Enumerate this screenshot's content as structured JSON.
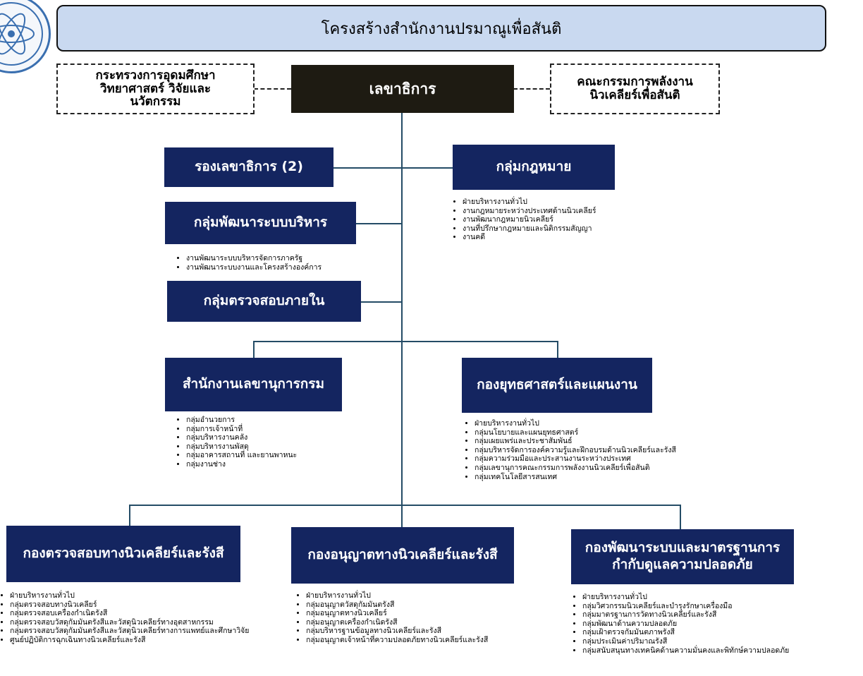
{
  "logo": {
    "icon": "atom-emblem-icon"
  },
  "title": "โครงสร้างสำนักงานปรมาณูเพื่อสันติ",
  "top": {
    "ministry": [
      "กระทรวงการอุดมศึกษา",
      "วิทยาศาสตร์ วิจัยและ",
      "นวัตกรรม"
    ],
    "secretary": "เลขาธิการ",
    "committee": [
      "คณะกรรมการพลังงาน",
      "นิวเคลียร์เพื่อสันติ"
    ]
  },
  "deputy": "รองเลขาธิการ (2)",
  "legal": {
    "label": "กลุ่มกฎหมาย",
    "items": [
      "ฝ่ายบริหารงานทั่วไป",
      "งานกฎหมายระหว่างประเทศด้านนิวเคลียร์",
      "งานพัฒนากฎหมายนิวเคลียร์",
      "งานที่ปรึกษากฎหมายและนิติกรรมสัญญา",
      "งานคดี"
    ]
  },
  "admin_dev": {
    "label": "กลุ่มพัฒนาระบบบริหาร",
    "items": [
      "งานพัฒนาระบบบริหารจัดการภาครัฐ",
      "งานพัฒนาระบบงานและโครงสร้างองค์การ"
    ]
  },
  "audit": "กลุ่มตรวจสอบภายใน",
  "secretariat": {
    "label": "สำนักงานเลขานุการกรม",
    "items": [
      "กลุ่มอำนวยการ",
      "กลุ่มการเจ้าหน้าที่",
      "กลุ่มบริหารงานคลัง",
      "กลุ่มบริหารงานพัสดุ",
      "กลุ่มอาคารสถานที่ และยานพาหนะ",
      "กลุ่มงานช่าง"
    ]
  },
  "strategy": {
    "label": "กองยุทธศาสตร์และแผนงาน",
    "items": [
      "ฝ่ายบริหารงานทั่วไป",
      "กลุ่มนโยบายและแผนยุทธศาสตร์",
      "กลุ่มเผยแพร่และประชาสัมพันธ์",
      "กลุ่มบริหารจัดการองค์ความรู้และฝึกอบรมด้านนิวเคลียร์และรังสี",
      "กลุ่มความร่วมมือและประสานงานระหว่างประเทศ",
      "กลุ่มเลขานุการคณะกรรมการพลังงานนิวเคลียร์เพื่อสันติ",
      "กลุ่มเทคโนโลยีสารสนเทศ"
    ]
  },
  "inspection": {
    "label": "กองตรวจสอบทางนิวเคลียร์และรังสี",
    "items": [
      "ฝ่ายบริหารงานทั่วไป",
      "กลุ่มตรวจสอบทางนิวเคลียร์",
      "กลุ่มตรวจสอบเครื่องกำเนิดรังสี",
      "กลุ่มตรวจสอบวัสดุกัมมันตรังสีและวัสดุนิวเคลียร์ทางอุตสาหกรรม",
      "กลุ่มตรวจสอบวัสดุกัมมันตรังสีและวัสดุนิวเคลียร์ทางการแพทย์และศึกษาวิจัย",
      "ศูนย์ปฏิบัติการฉุกเฉินทางนิวเคลียร์และรังสี"
    ]
  },
  "licensing": {
    "label": "กองอนุญาตทางนิวเคลียร์และรังสี",
    "items": [
      "ฝ่ายบริหารงานทั่วไป",
      "กลุ่มอนุญาตวัสดุกัมมันตรังสี",
      "กลุ่มอนุญาตทางนิวเคลียร์",
      "กลุ่มอนุญาตเครื่องกำเนิดรังสี",
      "กลุ่มบริหารฐานข้อมูลทางนิวเคลียร์และรังสี",
      "กลุ่มอนุญาตเจ้าหน้าที่ความปลอดภัยทางนิวเคลียร์และรังสี"
    ]
  },
  "standards": {
    "label": [
      "กองพัฒนาระบบและมาตรฐานการ",
      "กำกับดูแลความปลอดภัย"
    ],
    "items": [
      "ฝ่ายบริหารงานทั่วไป",
      "กลุ่มวิศวกรรมนิวเคลียร์และบำรุงรักษาเครื่องมือ",
      "กลุ่มมาตรฐานการวัดทางนิวเคลียร์และรังสี",
      "กลุ่มพัฒนาด้านความปลอดภัย",
      "กลุ่มเฝ้าตรวจกัมมันตภาพรังสี",
      "กลุ่มประเมินค่าปริมาณรังสี",
      "กลุ่มสนับสนุนทางเทคนิคด้านความมั่นคงและพิทักษ์ความปลอดภัย"
    ]
  }
}
